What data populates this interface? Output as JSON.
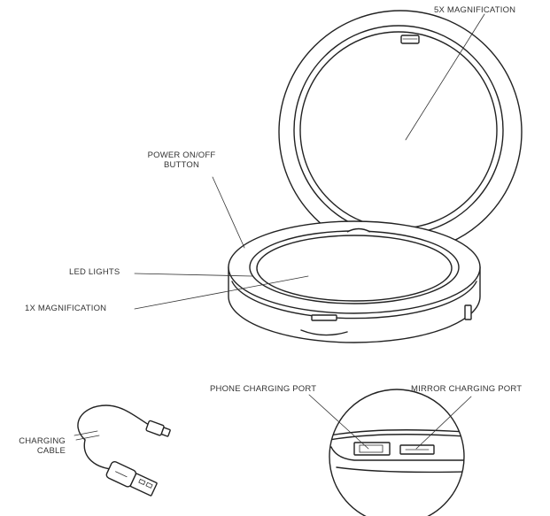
{
  "labels": {
    "magnification_5x": "5X MAGNIFICATION",
    "power_button_line1": "POWER ON/OFF",
    "power_button_line2": "BUTTON",
    "led_lights": "LED LIGHTS",
    "magnification_1x": "1X MAGNIFICATION",
    "phone_charging_port": "PHONE CHARGING PORT",
    "mirror_charging_port": "MIRROR CHARGING PORT",
    "charging_cable_line1": "CHARGING",
    "charging_cable_line2": "CABLE"
  },
  "colors": {
    "line": "#222222",
    "text": "#333333",
    "background": "#ffffff"
  }
}
